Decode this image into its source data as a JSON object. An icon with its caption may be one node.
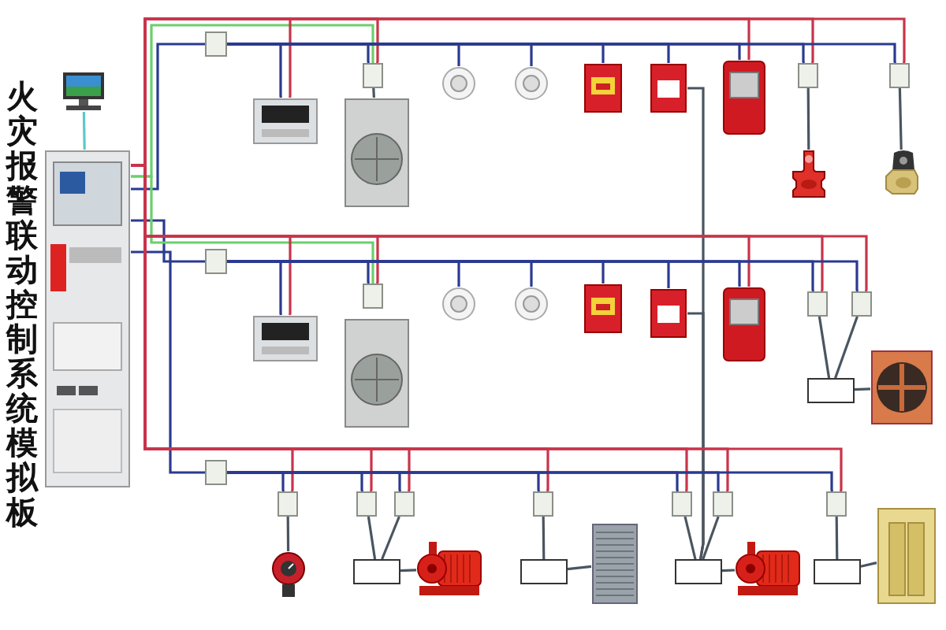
{
  "diagram": {
    "title": "火灾报警联动控制系统模拟板",
    "nodes": [
      {
        "text": [],
        "shape": "picture"
      },
      {
        "text": [],
        "shape": "picture"
      },
      {
        "text": [],
        "shape": "box"
      },
      {
        "text": [],
        "shape": "picture"
      },
      {
        "text": [],
        "shape": "box"
      },
      {
        "text": [],
        "shape": "picture"
      },
      {
        "text": [],
        "shape": "picture"
      },
      {
        "text": [],
        "shape": "picture"
      },
      {
        "text": [],
        "shape": "picture"
      },
      {
        "text": [],
        "shape": "picture"
      },
      {
        "text": [],
        "shape": "picture"
      },
      {
        "text": [],
        "shape": "box"
      },
      {
        "text": [],
        "shape": "box"
      },
      {
        "text": [],
        "shape": "picture"
      },
      {
        "text": [],
        "shape": "picture"
      },
      {
        "text": [],
        "shape": "box"
      },
      {
        "text": [],
        "shape": "picture"
      },
      {
        "text": [],
        "shape": "box"
      },
      {
        "text": [],
        "shape": "picture"
      },
      {
        "text": [],
        "shape": "picture"
      },
      {
        "text": [],
        "shape": "picture"
      },
      {
        "text": [],
        "shape": "picture"
      },
      {
        "text": [],
        "shape": "picture"
      },
      {
        "text": [],
        "shape": "picture"
      },
      {
        "text": [],
        "shape": "box"
      },
      {
        "text": [],
        "shape": "box"
      },
      {
        "text": [],
        "shape": "box"
      },
      {
        "text": [],
        "shape": "picture"
      },
      {
        "text": [],
        "shape": "box"
      },
      {
        "text": [],
        "shape": "box"
      },
      {
        "text": [],
        "shape": "picture"
      },
      {
        "text": [],
        "shape": "box"
      },
      {
        "text": [],
        "shape": "box"
      },
      {
        "text": [],
        "shape": "box"
      },
      {
        "text": [],
        "shape": "picture"
      },
      {
        "text": [],
        "shape": "box"
      },
      {
        "text": [],
        "shape": "box"
      },
      {
        "text": [],
        "shape": "picture"
      },
      {
        "text": [],
        "shape": "box"
      },
      {
        "text": [],
        "shape": "box"
      },
      {
        "text": [],
        "shape": "box"
      },
      {
        "text": [],
        "shape": "picture"
      },
      {
        "text": [],
        "shape": "box"
      },
      {
        "text": [],
        "shape": "box"
      },
      {
        "text": [],
        "shape": "picture"
      }
    ],
    "edges": [
      {
        "from": 1,
        "to": 0,
        "arrow": "none",
        "color": "#5cc8c8"
      },
      {
        "from": 0,
        "to": 2,
        "arrow": "none",
        "color": "#2b3a8f"
      },
      {
        "from": 0,
        "to": 15,
        "arrow": "none",
        "color": "#2b3a8f"
      },
      {
        "from": 0,
        "to": 28,
        "arrow": "none",
        "color": "#2b3a8f"
      },
      {
        "from": 4,
        "to": 5,
        "arrow": "none"
      },
      {
        "from": 11,
        "to": 13,
        "arrow": "none"
      },
      {
        "from": 12,
        "to": 14,
        "arrow": "none"
      },
      {
        "from": 24,
        "to": 26,
        "arrow": "none"
      },
      {
        "from": 25,
        "to": 26,
        "arrow": "none"
      },
      {
        "from": 26,
        "to": 27,
        "arrow": "none"
      },
      {
        "from": 29,
        "to": 30,
        "arrow": "none"
      },
      {
        "from": 31,
        "to": 33,
        "arrow": "none"
      },
      {
        "from": 32,
        "to": 33,
        "arrow": "none"
      },
      {
        "from": 33,
        "to": 34,
        "arrow": "none"
      },
      {
        "from": 35,
        "to": 36,
        "arrow": "none"
      },
      {
        "from": 36,
        "to": 37,
        "arrow": "none"
      },
      {
        "from": 38,
        "to": 40,
        "arrow": "none"
      },
      {
        "from": 39,
        "to": 40,
        "arrow": "none"
      },
      {
        "from": 40,
        "to": 41,
        "arrow": "none"
      },
      {
        "from": 42,
        "to": 43,
        "arrow": "none"
      },
      {
        "from": 43,
        "to": 44,
        "arrow": "none"
      },
      {
        "from": 9,
        "to": 40,
        "arrow": "none"
      },
      {
        "from": 22,
        "to": 40,
        "arrow": "none"
      },
      {
        "from": 0,
        "to": 4,
        "arrow": "none",
        "color": "#6ccf6c"
      },
      {
        "from": 0,
        "to": 17,
        "arrow": "none",
        "color": "#6ccf6c"
      },
      {
        "from": 0,
        "to": 3,
        "arrow": "none",
        "color": "#c8344a"
      },
      {
        "from": 0,
        "to": 4,
        "arrow": "none",
        "color": "#c8344a"
      },
      {
        "from": 0,
        "to": 10,
        "arrow": "none",
        "color": "#c8344a"
      },
      {
        "from": 0,
        "to": 11,
        "arrow": "none",
        "color": "#c8344a"
      },
      {
        "from": 0,
        "to": 12,
        "arrow": "none",
        "color": "#c8344a"
      },
      {
        "from": 0,
        "to": 16,
        "arrow": "none",
        "color": "#c8344a"
      },
      {
        "from": 0,
        "to": 17,
        "arrow": "none",
        "color": "#c8344a"
      },
      {
        "from": 0,
        "to": 23,
        "arrow": "none",
        "color": "#c8344a"
      },
      {
        "from": 0,
        "to": 24,
        "arrow": "none",
        "color": "#c8344a"
      },
      {
        "from": 0,
        "to": 25,
        "arrow": "none",
        "color": "#c8344a"
      },
      {
        "from": 0,
        "to": 29,
        "arrow": "none",
        "color": "#c8344a"
      },
      {
        "from": 0,
        "to": 31,
        "arrow": "none",
        "color": "#c8344a"
      },
      {
        "from": 0,
        "to": 32,
        "arrow": "none",
        "color": "#c8344a"
      },
      {
        "from": 0,
        "to": 35,
        "arrow": "none",
        "color": "#c8344a"
      },
      {
        "from": 0,
        "to": 38,
        "arrow": "none",
        "color": "#c8344a"
      },
      {
        "from": 0,
        "to": 39,
        "arrow": "none",
        "color": "#c8344a"
      },
      {
        "from": 0,
        "to": 42,
        "arrow": "none",
        "color": "#c8344a"
      },
      {
        "from": 2,
        "to": 3,
        "arrow": "none",
        "color": "#2b3a8f"
      },
      {
        "from": 2,
        "to": 4,
        "arrow": "none",
        "color": "#2b3a8f"
      },
      {
        "from": 2,
        "to": 6,
        "arrow": "none",
        "color": "#2b3a8f"
      },
      {
        "from": 2,
        "to": 7,
        "arrow": "none",
        "color": "#2b3a8f"
      },
      {
        "from": 2,
        "to": 8,
        "arrow": "none",
        "color": "#2b3a8f"
      },
      {
        "from": 2,
        "to": 9,
        "arrow": "none",
        "color": "#2b3a8f"
      },
      {
        "from": 2,
        "to": 10,
        "arrow": "none",
        "color": "#2b3a8f"
      },
      {
        "from": 2,
        "to": 11,
        "arrow": "none",
        "color": "#2b3a8f"
      },
      {
        "from": 2,
        "to": 12,
        "arrow": "none",
        "color": "#2b3a8f"
      },
      {
        "from": 15,
        "to": 16,
        "arrow": "none",
        "color": "#2b3a8f"
      },
      {
        "from": 15,
        "to": 17,
        "arrow": "none",
        "color": "#2b3a8f"
      },
      {
        "from": 15,
        "to": 19,
        "arrow": "none",
        "color": "#2b3a8f"
      },
      {
        "from": 15,
        "to": 20,
        "arrow": "none",
        "color": "#2b3a8f"
      },
      {
        "from": 15,
        "to": 21,
        "arrow": "none",
        "color": "#2b3a8f"
      },
      {
        "from": 15,
        "to": 22,
        "arrow": "none",
        "color": "#2b3a8f"
      },
      {
        "from": 15,
        "to": 23,
        "arrow": "none",
        "color": "#2b3a8f"
      },
      {
        "from": 15,
        "to": 24,
        "arrow": "none",
        "color": "#2b3a8f"
      },
      {
        "from": 15,
        "to": 25,
        "arrow": "none",
        "color": "#2b3a8f"
      },
      {
        "from": 28,
        "to": 29,
        "arrow": "none",
        "color": "#2b3a8f"
      },
      {
        "from": 28,
        "to": 31,
        "arrow": "none",
        "color": "#2b3a8f"
      },
      {
        "from": 28,
        "to": 32,
        "arrow": "none",
        "color": "#2b3a8f"
      },
      {
        "from": 28,
        "to": 35,
        "arrow": "none",
        "color": "#2b3a8f"
      },
      {
        "from": 28,
        "to": 38,
        "arrow": "none",
        "color": "#2b3a8f"
      },
      {
        "from": 28,
        "to": 39,
        "arrow": "none",
        "color": "#2b3a8f"
      },
      {
        "from": 28,
        "to": 42,
        "arrow": "none",
        "color": "#2b3a8f"
      }
    ]
  }
}
